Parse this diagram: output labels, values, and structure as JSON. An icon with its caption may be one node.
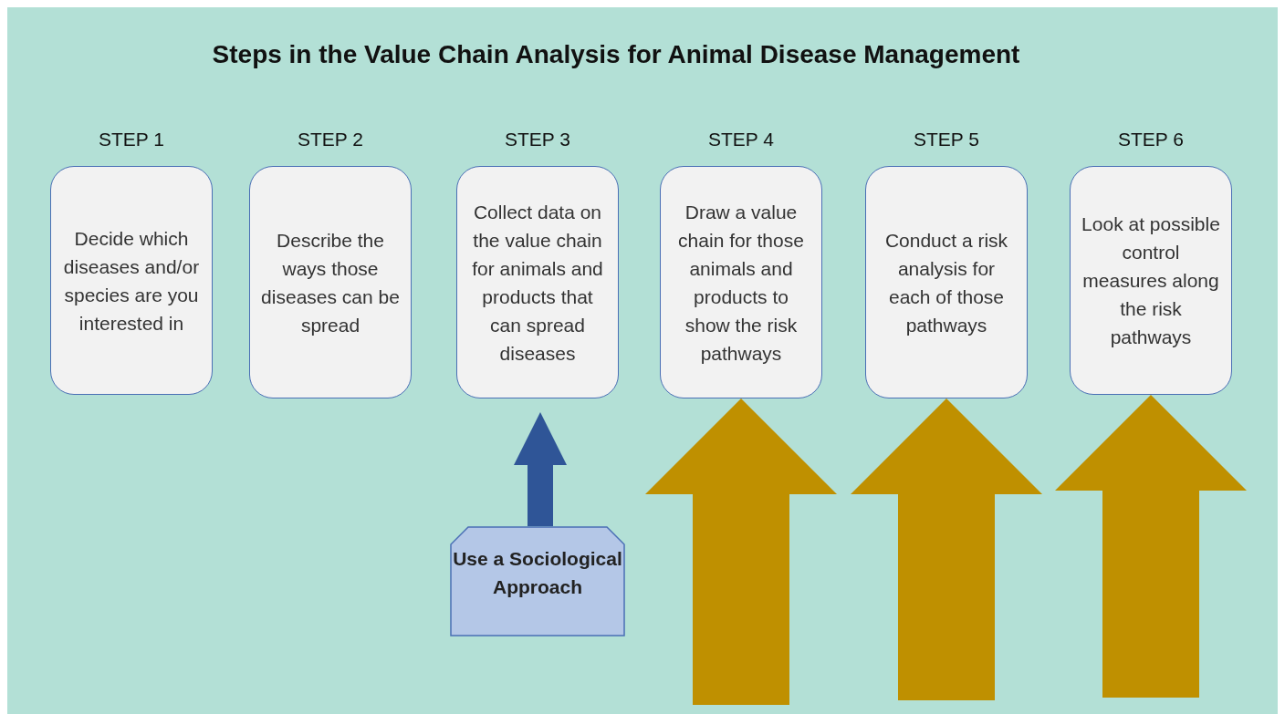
{
  "diagram": {
    "title": "Steps in the Value Chain Analysis for Animal Disease Management",
    "nodes": [
      {
        "text": [
          "STEP 1",
          "Decide which diseases and/or species are you interested in"
        ]
      },
      {
        "text": [
          "STEP 2",
          "Describe the ways those diseases can be spread"
        ]
      },
      {
        "text": [
          "STEP 3",
          "Collect data on the value chain for animals and products that can spread diseases"
        ]
      },
      {
        "text": [
          "STEP 4",
          "Draw a value chain for those animals and products to show the risk pathways"
        ]
      },
      {
        "text": [
          "STEP 5",
          "Conduct a risk analysis for each of those pathways"
        ]
      },
      {
        "text": [
          "STEP 6",
          "Look at possible control measures along the risk pathways"
        ]
      },
      {
        "text": [
          "Use a Sociological Approach"
        ]
      }
    ],
    "edges": [
      {
        "from": 6,
        "to": 2,
        "arrow": "to",
        "color": "#2f5597"
      },
      {
        "from": null,
        "to": 3,
        "arrow": "to",
        "color": "#bf9000"
      },
      {
        "from": null,
        "to": 4,
        "arrow": "to",
        "color": "#bf9000"
      },
      {
        "from": null,
        "to": 5,
        "arrow": "to",
        "color": "#bf9000"
      }
    ]
  }
}
